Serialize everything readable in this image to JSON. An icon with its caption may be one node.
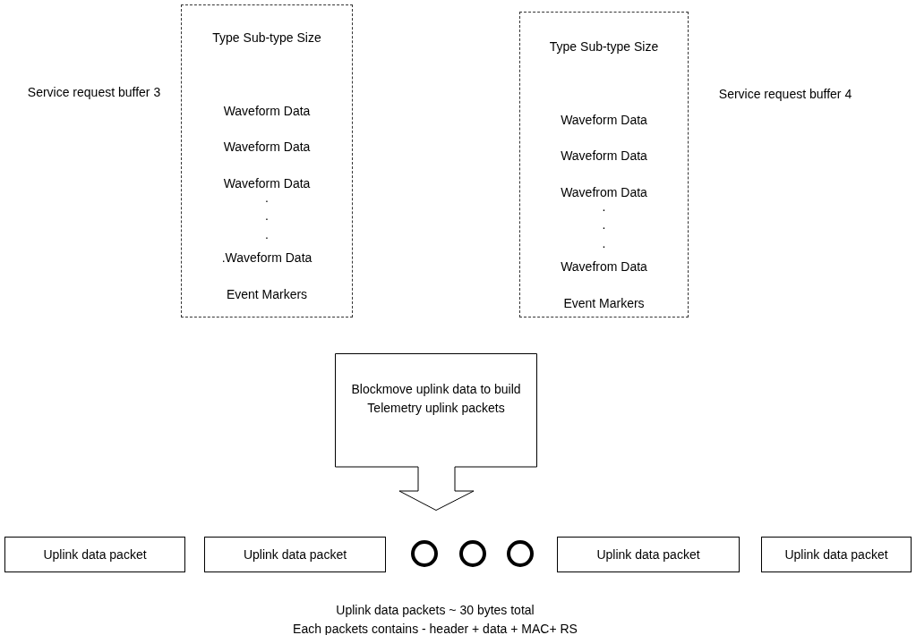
{
  "diagram": {
    "nodes": [
      {
        "text": [
          "Type Sub-type Size",
          "Waveform Data",
          "Waveform Data",
          "Waveform Data",
          ".",
          ".",
          ".",
          ".Waveform Data",
          "Event Markers"
        ],
        "beside": [
          "Service request buffer 3"
        ]
      },
      {
        "text": [
          "Type Sub-type Size",
          "Waveform Data",
          "Waveform Data",
          "Wavefrom Data",
          ".",
          ".",
          ".",
          "Wavefrom Data",
          "Event Markers"
        ],
        "beside": [
          "Service request buffer 4"
        ]
      },
      {
        "text": [
          "Blockmove uplink data to build Telemetry uplink packets"
        ]
      },
      {
        "text": [
          "Uplink data packet"
        ]
      },
      {
        "text": [
          "Uplink data packet"
        ]
      },
      {
        "text": [],
        "shape": "circle"
      },
      {
        "text": [],
        "shape": "circle"
      },
      {
        "text": [],
        "shape": "circle"
      },
      {
        "text": [
          "Uplink data packet"
        ]
      },
      {
        "text": [
          "Uplink data packet"
        ]
      }
    ],
    "labels": [
      "Uplink data packets ~ 30 bytes total",
      "Each packets contains - header + data + MAC+ RS"
    ]
  }
}
